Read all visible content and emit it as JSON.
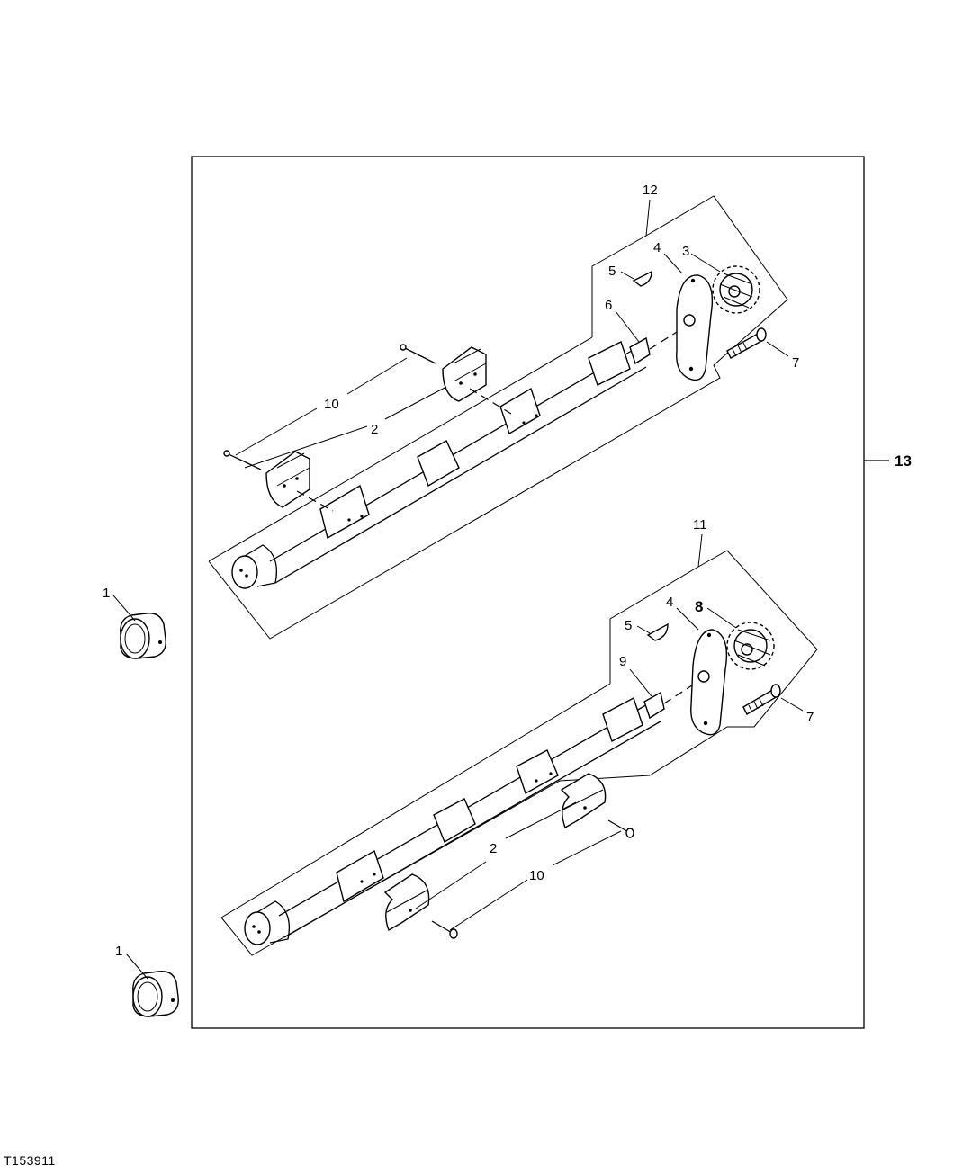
{
  "figure_id": "T153911",
  "callouts": {
    "c1_top": "1",
    "c1_bottom": "1",
    "c2_upper": "2",
    "c2_lower": "2",
    "c3": "3",
    "c4_upper": "4",
    "c4_lower": "4",
    "c5_upper": "5",
    "c5_lower": "5",
    "c6": "6",
    "c7_upper": "7",
    "c7_lower": "7",
    "c8": "8",
    "c9": "9",
    "c10_upper": "10",
    "c10_lower": "10",
    "c11": "11",
    "c12": "12",
    "c13": "13"
  }
}
